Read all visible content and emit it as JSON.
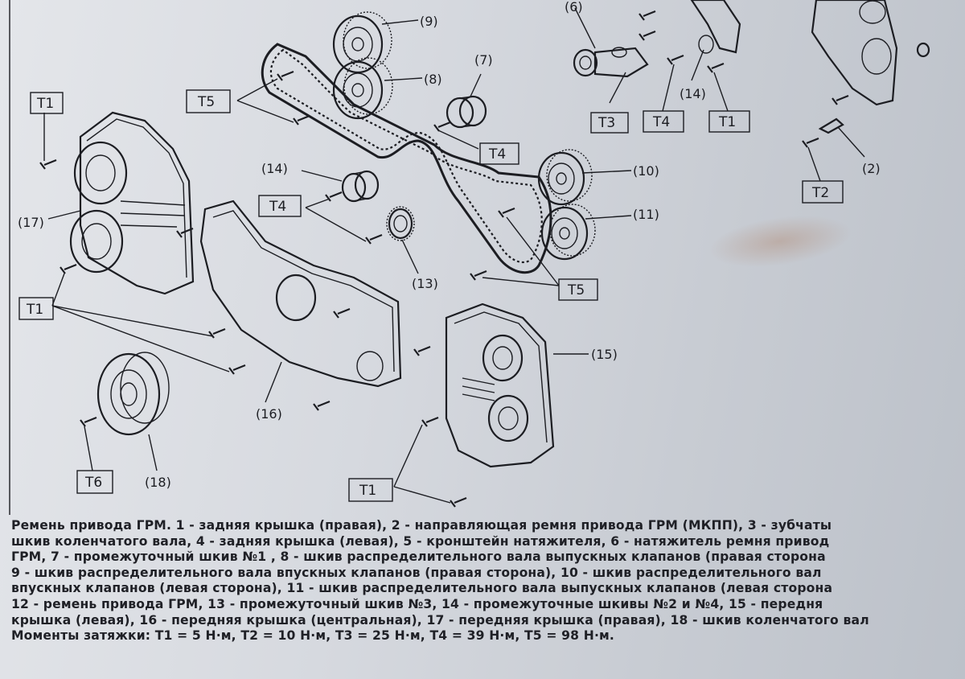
{
  "figure": {
    "callouts": {
      "c1": "(9)",
      "c2": "(8)",
      "c3": "(7)",
      "c4": "(6)",
      "c5": "(14)",
      "c6": "(14)",
      "c7": "(10)",
      "c8": "(11)",
      "c9": "(13)",
      "c10": "(17)",
      "c11": "(15)",
      "c12": "(16)",
      "c13": "(18)",
      "c14": "(2)"
    },
    "torque_tags": {
      "t1": "T1",
      "t2": "T5",
      "t3": "T4",
      "t4": "T4",
      "t5": "T1",
      "t6": "T5",
      "t7": "T6",
      "t8": "T1",
      "t9": "T3",
      "t10": "T4",
      "t11": "T1",
      "t12": "T2"
    }
  },
  "caption": {
    "line1": "Ремень привода ГРМ. 1 - задняя крышка (правая), 2 - направляющая ремня привода ГРМ (МКПП), 3 - зубчаты",
    "line2": "шкив коленчатого вала, 4 - задняя крышка (левая), 5 - кронштейн натяжителя, 6 - натяжитель ремня привод",
    "line3": "ГРМ, 7 - промежуточный шкив №1 , 8 - шкив распределительного вала выпускных клапанов (правая сторона",
    "line4": "9 - шкив распределительного вала впускных клапанов (правая сторона), 10 - шкив распределительного вал",
    "line5": "впускных клапанов (левая сторона), 11 - шкив распределительного вала выпускных клапанов (левая сторона",
    "line6": "12 - ремень привода ГРМ, 13 - промежуточный шкив №3, 14 - промежуточные шкивы №2 и №4, 15 - передня",
    "line7": "крышка (левая), 16 - передняя крышка (центральная), 17 - передняя крышка (правая), 18 - шкив коленчатого вал",
    "line8": "Моменты затяжки: T1 = 5 Н·м, T2 = 10 Н·м, T3 = 25 Н·м, T4 = 39 Н·м, T5 = 98 Н·м."
  }
}
